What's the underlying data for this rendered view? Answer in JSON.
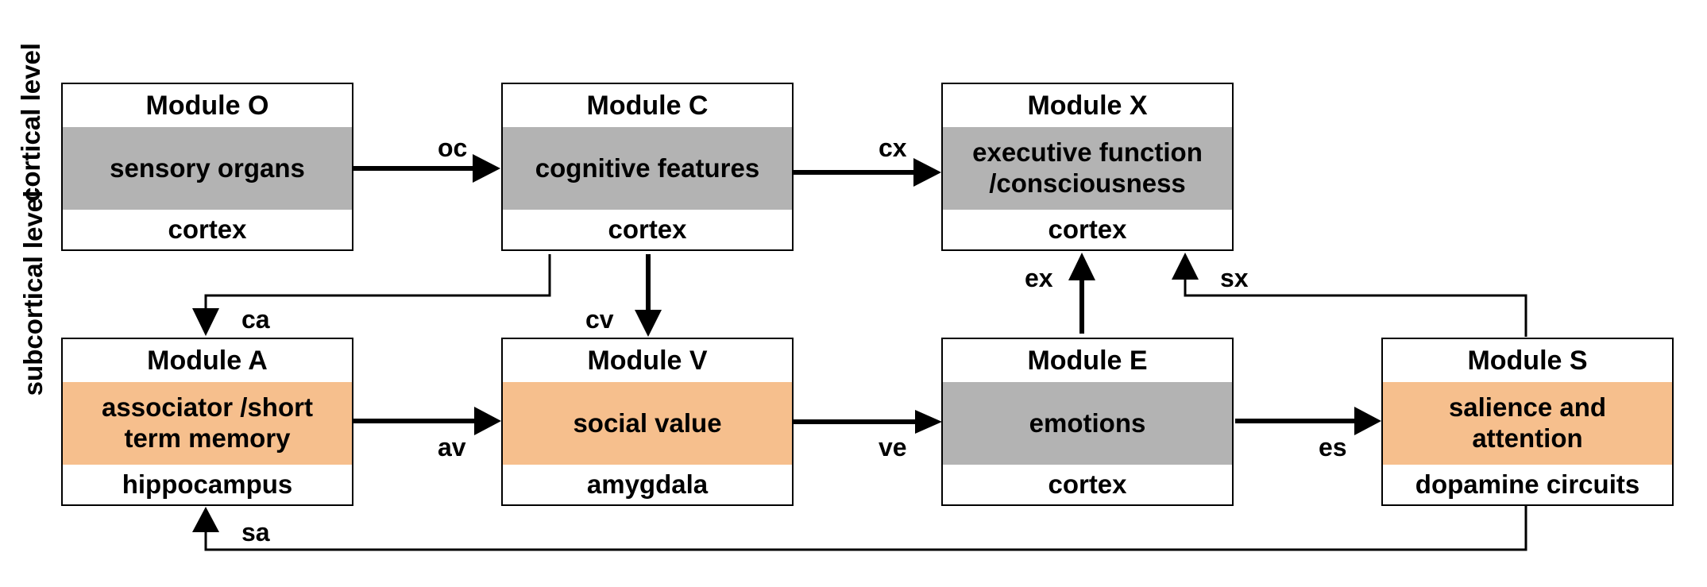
{
  "levels": {
    "cortical": "cortical level",
    "subcortical": "subcortical level"
  },
  "modules": {
    "O": {
      "title": "Module O",
      "function": "sensory organs",
      "region": "cortex",
      "fill": "#b3b3b3"
    },
    "C": {
      "title": "Module C",
      "function": "cognitive features",
      "region": "cortex",
      "fill": "#b3b3b3"
    },
    "X": {
      "title": "Module X",
      "function_line1": "executive function",
      "function_line2": "/consciousness",
      "region": "cortex",
      "fill": "#b3b3b3"
    },
    "A": {
      "title": "Module A",
      "function_line1": "associator /short",
      "function_line2": "term memory",
      "region": "hippocampus",
      "fill": "#f6bf8d"
    },
    "V": {
      "title": "Module V",
      "function": "social value",
      "region": "amygdala",
      "fill": "#f6bf8d"
    },
    "E": {
      "title": "Module E",
      "function": "emotions",
      "region": "cortex",
      "fill": "#b3b3b3"
    },
    "S": {
      "title": "Module S",
      "function_line1": "salience and",
      "function_line2": "attention",
      "region": "dopamine circuits",
      "fill": "#f6bf8d"
    }
  },
  "connections": {
    "oc": "oc",
    "cx": "cx",
    "ca": "ca",
    "cv": "cv",
    "ex": "ex",
    "sx": "sx",
    "av": "av",
    "ve": "ve",
    "es": "es",
    "sa": "sa"
  },
  "colors": {
    "gray_fill": "#b3b3b3",
    "orange_fill": "#f6bf8d",
    "line": "#000000"
  }
}
